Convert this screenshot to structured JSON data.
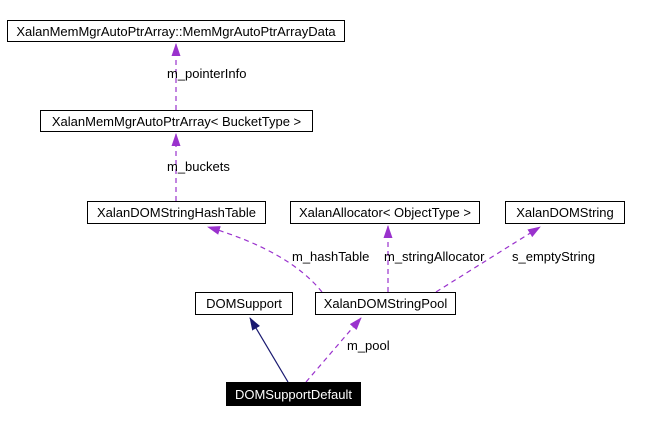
{
  "diagram": {
    "type": "collaboration-diagram",
    "colors": {
      "usage_edge": "#9a32cd",
      "inheritance_edge": "#191970",
      "node_border": "#000000",
      "node_background": "#ffffff",
      "focus_node_background": "#000000",
      "focus_node_text": "#ffffff"
    },
    "nodes": [
      {
        "id": "mem-mgr-data",
        "label": "XalanMemMgrAutoPtrArray::MemMgrAutoPtrArrayData"
      },
      {
        "id": "mem-mgr-array",
        "label": "XalanMemMgrAutoPtrArray< BucketType >"
      },
      {
        "id": "hash-table",
        "label": "XalanDOMStringHashTable"
      },
      {
        "id": "allocator",
        "label": "XalanAllocator< ObjectType >"
      },
      {
        "id": "dom-string",
        "label": "XalanDOMString"
      },
      {
        "id": "dom-support",
        "label": "DOMSupport"
      },
      {
        "id": "string-pool",
        "label": "XalanDOMStringPool"
      },
      {
        "id": "dom-support-default",
        "label": "DOMSupportDefault"
      }
    ],
    "edges": [
      {
        "label": "m_pointerInfo",
        "from": "mem-mgr-array",
        "to": "mem-mgr-data",
        "type": "usage"
      },
      {
        "label": "m_buckets",
        "from": "hash-table",
        "to": "mem-mgr-array",
        "type": "usage"
      },
      {
        "label": "m_hashTable",
        "from": "string-pool",
        "to": "hash-table",
        "type": "usage"
      },
      {
        "label": "m_stringAllocator",
        "from": "string-pool",
        "to": "allocator",
        "type": "usage"
      },
      {
        "label": "s_emptyString",
        "from": "string-pool",
        "to": "dom-string",
        "type": "usage"
      },
      {
        "label": "m_pool",
        "from": "dom-support-default",
        "to": "string-pool",
        "type": "usage"
      },
      {
        "label": "",
        "from": "dom-support-default",
        "to": "dom-support",
        "type": "inheritance"
      }
    ]
  }
}
